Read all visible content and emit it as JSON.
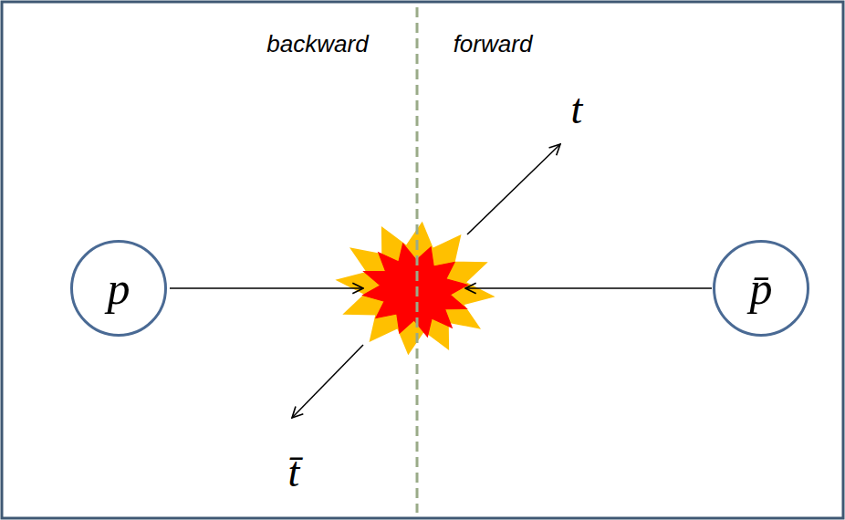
{
  "diagram": {
    "nodes": [
      {
        "text": [
          "p"
        ]
      },
      {
        "text": [
          "p̄"
        ]
      }
    ],
    "labels": [
      "backward",
      "forward",
      "t",
      "t̄"
    ]
  }
}
